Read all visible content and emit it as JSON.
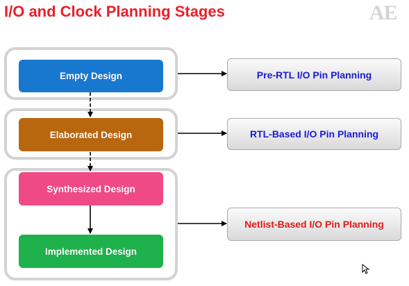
{
  "title": "I/O and Clock Planning Stages",
  "logo": "AE",
  "stages": [
    {
      "label": "Empty Design",
      "color": "#1878d0"
    },
    {
      "label": "Elaborated Design",
      "color": "#b8670f"
    },
    {
      "label": "Synthesized Design",
      "color": "#f04a86"
    },
    {
      "label": "Implemented Design",
      "color": "#1fb24c"
    }
  ],
  "planning": [
    {
      "label": "Pre-RTL I/O Pin Planning",
      "color": "#1a1ad6"
    },
    {
      "label": "RTL-Based I/O Pin Planning",
      "color": "#1a1ad6"
    },
    {
      "label": "Netlist-Based I/O Pin Planning",
      "color": "#e01a1a"
    }
  ]
}
